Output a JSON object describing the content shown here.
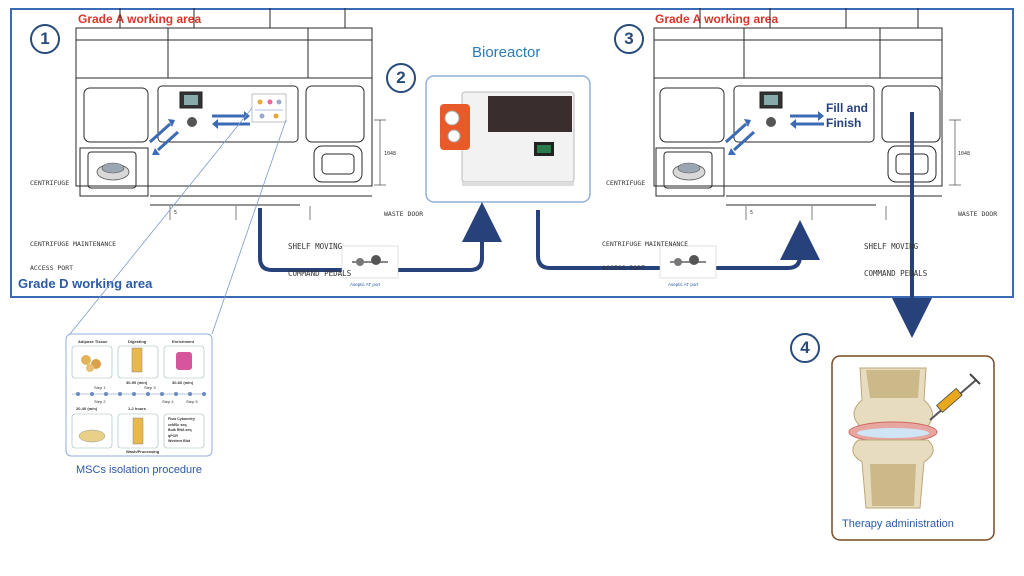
{
  "zones": {
    "grade_a_1": "Grade A working area",
    "grade_a_3": "Grade A working area",
    "grade_d": "Grade D working area"
  },
  "steps": {
    "s1": "1",
    "s2": "2",
    "s3": "3",
    "s4": "4"
  },
  "bioreactor": {
    "title": "Bioreactor"
  },
  "fill_finish": {
    "line1": "Fill and",
    "line2": "Finish"
  },
  "cabinet_labels": {
    "centrifuge": "CENTRIFUGE",
    "maintenance_1": "CENTRIFUGE MAINTENANCE",
    "maintenance_2": "ACCESS PORT",
    "shelf_1": "SHELF MOVING",
    "shelf_2": "COMMAND PEDALS",
    "waste": "WASTE DOOR",
    "dim": "1048",
    "dim_small": "5"
  },
  "port_label": "Aseptic AT port",
  "msc": {
    "caption": "MSCs isolation procedure",
    "top_labels": [
      "Adipose Tissue",
      "Digesting",
      "Enrichment"
    ],
    "time_labels": [
      "30-90 (min)",
      "30-60 (min)",
      "20-40 (min)",
      "1-2 hours"
    ],
    "step_labels": [
      "Step 1",
      "Step 2",
      "Step 3",
      "Step 4",
      "Step 5"
    ],
    "wash": "Wash/Processing",
    "analysis": [
      "Flow Cytometry",
      "ceMSc seq",
      "Bulk RNA seq",
      "qPCR",
      "Western Blot"
    ]
  },
  "therapy": {
    "caption": "Therapy administration"
  },
  "colors": {
    "frame": "#3a6bb4",
    "arrow": "#27417a",
    "grade_a": "#d9362b",
    "grade_d": "#2b5aa6",
    "therapy_border": "#7a4a22"
  }
}
